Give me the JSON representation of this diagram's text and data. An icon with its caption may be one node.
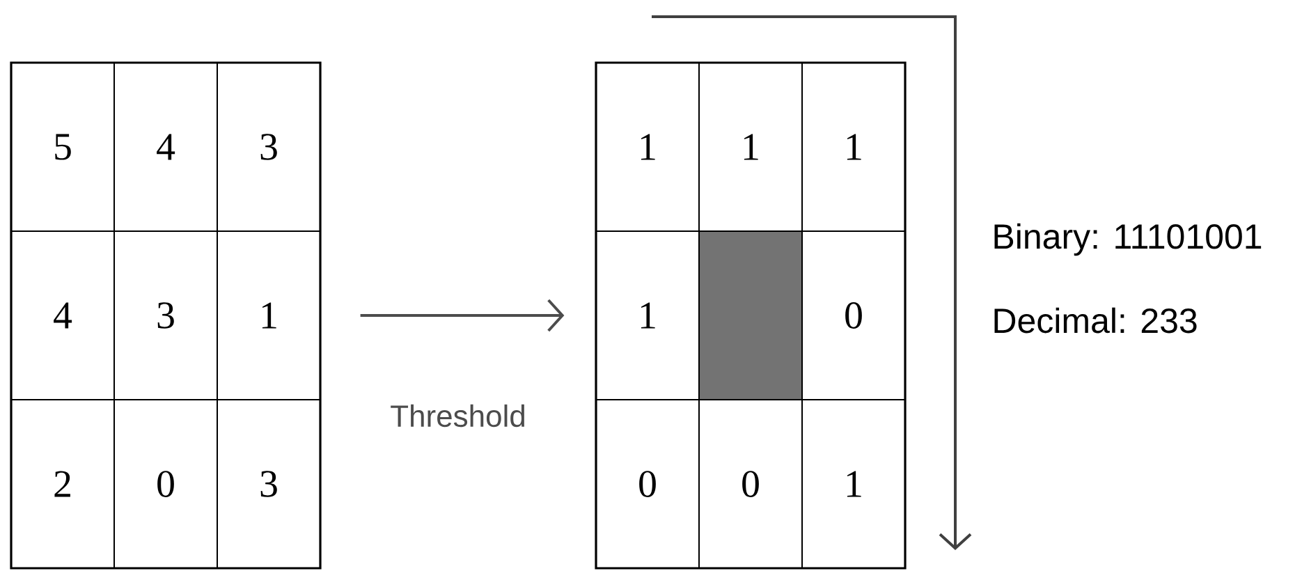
{
  "diagram": {
    "nodes": [
      {
        "text": [],
        "shape": "box"
      },
      {
        "text": [
          "5"
        ],
        "in": 0
      },
      {
        "text": [
          "4"
        ],
        "in": 0
      },
      {
        "text": [
          "3"
        ],
        "in": 0
      },
      {
        "text": [
          "4"
        ],
        "in": 0
      },
      {
        "text": [
          "3"
        ],
        "in": 0
      },
      {
        "text": [
          "1"
        ],
        "in": 0
      },
      {
        "text": [
          "2"
        ],
        "in": 0
      },
      {
        "text": [
          "0"
        ],
        "in": 0
      },
      {
        "text": [
          "3"
        ],
        "in": 0
      },
      {
        "text": [],
        "shape": "box"
      },
      {
        "text": [
          "1"
        ],
        "in": 10
      },
      {
        "text": [
          "1"
        ],
        "in": 10
      },
      {
        "text": [
          "1"
        ],
        "in": 10
      },
      {
        "text": [
          "1"
        ],
        "in": 10
      },
      {
        "text": [],
        "shape": "box",
        "in": 10
      },
      {
        "text": [
          "0"
        ],
        "in": 10
      },
      {
        "text": [
          "0"
        ],
        "in": 10
      },
      {
        "text": [
          "0"
        ],
        "in": 10
      },
      {
        "text": [
          "1"
        ],
        "in": 10
      }
    ],
    "edges": [
      {
        "from": 0,
        "to": 10,
        "arrow": "to",
        "label": "Threshold"
      }
    ],
    "labels": [
      "Binary: 11101001",
      "Decimal: 233"
    ]
  }
}
